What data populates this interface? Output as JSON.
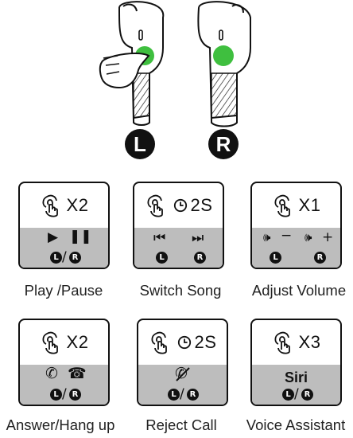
{
  "earbud_badges": {
    "left": "L",
    "right": "R"
  },
  "cards": [
    {
      "count": "X2",
      "label": "Play /Pause"
    },
    {
      "count": "2S",
      "label": "Switch Song"
    },
    {
      "count": "X1",
      "label": "Adjust Volume"
    },
    {
      "count": "X2",
      "label": "Answer/Hang up"
    },
    {
      "count": "2S",
      "label": "Reject Call"
    },
    {
      "count": "X3",
      "label": "Voice Assistant",
      "voice": "Siri"
    }
  ],
  "side": {
    "left": "L",
    "right": "R",
    "separator": "/"
  },
  "volume": {
    "minus": "−",
    "plus": "+"
  },
  "icons": {
    "finger": "tap-finger-icon",
    "clock": "clock-icon",
    "play": "play-icon",
    "pause": "pause-icon",
    "prev": "previous-track-icon",
    "next": "next-track-icon",
    "speaker": "speaker-icon",
    "phone_answer": "phone-answer-icon",
    "phone_hangup": "phone-hangup-icon",
    "phone_reject": "reject-call-icon"
  },
  "colors": {
    "touch_zone": "#3fbf3f",
    "panel": "#bdbdbd",
    "ink": "#111111"
  }
}
